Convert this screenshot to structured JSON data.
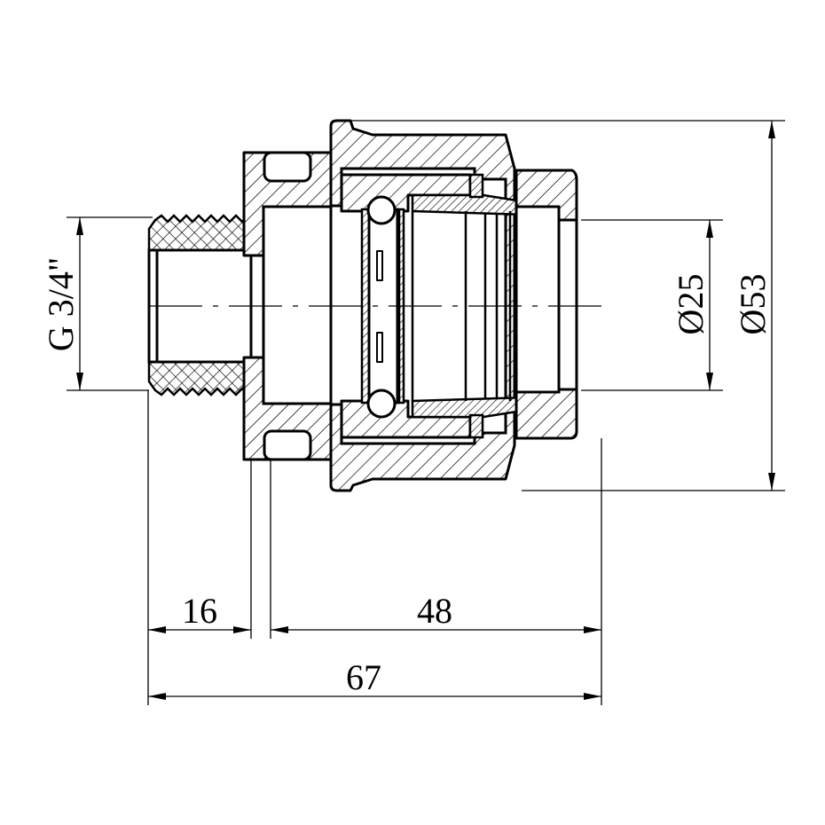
{
  "drawing": {
    "title": "Compression fitting with male thread, sectional view",
    "dimensions": {
      "thread": "G 3/4\"",
      "inner_diameter": "Ø25",
      "outer_diameter": "Ø53",
      "thread_length": "16",
      "body_length": "48",
      "total_length": "67"
    }
  }
}
